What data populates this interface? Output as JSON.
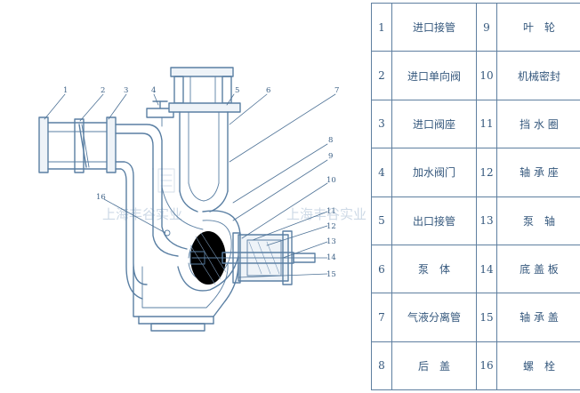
{
  "callouts": [
    "1",
    "2",
    "3",
    "4",
    "5",
    "6",
    "7",
    "8",
    "9",
    "10",
    "11",
    "12",
    "13",
    "14",
    "15",
    "16"
  ],
  "watermark": [
    "上海丰谷实业",
    "上海丰谷实业"
  ],
  "parts": [
    {
      "left_no": "1",
      "left_name": "进口接管",
      "right_no": "9",
      "right_name": "叶　轮"
    },
    {
      "left_no": "2",
      "left_name": "进口单向阀",
      "right_no": "10",
      "right_name": "机械密封"
    },
    {
      "left_no": "3",
      "left_name": "进口阀座",
      "right_no": "11",
      "right_name": "挡 水 圈"
    },
    {
      "left_no": "4",
      "left_name": "加水阀门",
      "right_no": "12",
      "right_name": "轴 承 座"
    },
    {
      "left_no": "5",
      "left_name": "出口接管",
      "right_no": "13",
      "right_name": "泵　轴"
    },
    {
      "left_no": "6",
      "left_name": "泵　体",
      "right_no": "14",
      "right_name": "底 盖 板"
    },
    {
      "left_no": "7",
      "left_name": "气液分离管",
      "right_no": "15",
      "right_name": "轴 承 盖"
    },
    {
      "left_no": "8",
      "left_name": "后　盖",
      "right_no": "16",
      "right_name": "螺　栓"
    }
  ],
  "colors": {
    "line": "#5a7fa3",
    "text": "#35587d",
    "watermark": "#cdd9e6"
  }
}
